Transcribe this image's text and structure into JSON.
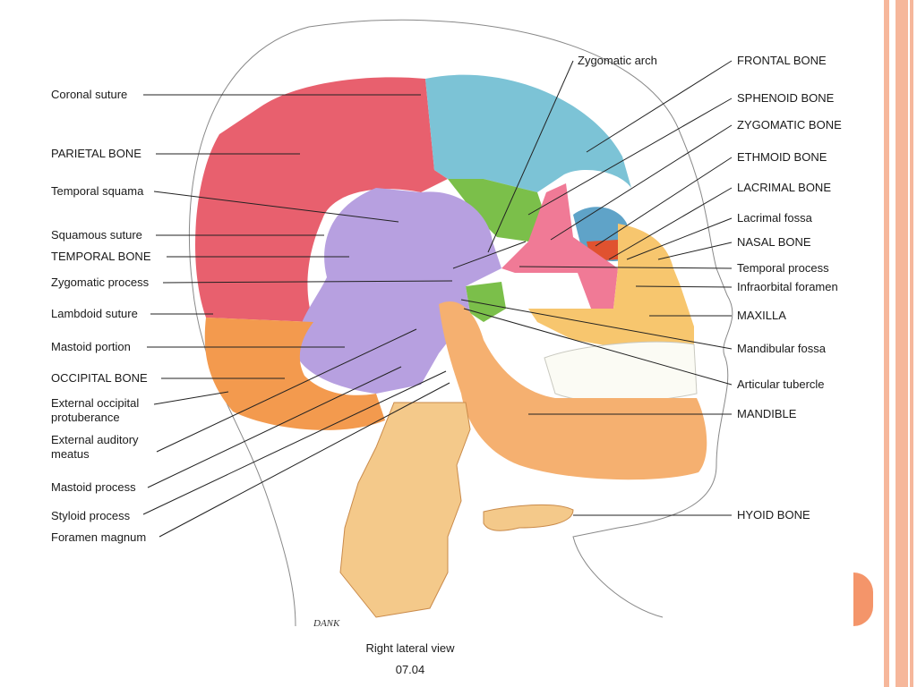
{
  "title": "Skull — Right lateral view",
  "figure": {
    "caption": "Right lateral view",
    "figure_number": "07.04",
    "artist_signature": "DANK"
  },
  "labels_left": {
    "coronal_suture": "Coronal suture",
    "parietal_bone": "PARIETAL BONE",
    "temporal_squama": "Temporal squama",
    "squamous_suture": "Squamous suture",
    "temporal_bone": "TEMPORAL BONE",
    "zygomatic_process": "Zygomatic process",
    "lambdoid_suture": "Lambdoid suture",
    "mastoid_portion": "Mastoid portion",
    "occipital_bone": "OCCIPITAL BONE",
    "external_occipital_protuberance": "External occipital protuberance",
    "external_auditory_meatus": "External auditory meatus",
    "mastoid_process": "Mastoid process",
    "styloid_process": "Styloid process",
    "foramen_magnum": "Foramen magnum"
  },
  "labels_right": {
    "zygomatic_arch": "Zygomatic arch",
    "frontal_bone": "FRONTAL BONE",
    "sphenoid_bone": "SPHENOID BONE",
    "zygomatic_bone": "ZYGOMATIC BONE",
    "ethmoid_bone": "ETHMOID BONE",
    "lacrimal_bone": "LACRIMAL BONE",
    "lacrimal_fossa": "Lacrimal fossa",
    "nasal_bone": "NASAL BONE",
    "temporal_process": "Temporal process",
    "infraorbital_foramen": "Infraorbital foramen",
    "maxilla": "MAXILLA",
    "mandibular_fossa": "Mandibular fossa",
    "articular_tubercle": "Articular tubercle",
    "mandible": "MANDIBLE",
    "hyoid_bone": "HYOID BONE"
  },
  "colors": {
    "parietal": "#e8606e",
    "frontal": "#7cc3d6",
    "temporal": "#b7a0e0",
    "occipital": "#f39a4e",
    "sphenoid": "#7bbf4a",
    "zygomatic": "#f07a96",
    "maxilla": "#f7c66e",
    "mandible": "#f5b070",
    "spine": "#f4c98a",
    "accent_stripe": "#f6b79b"
  }
}
